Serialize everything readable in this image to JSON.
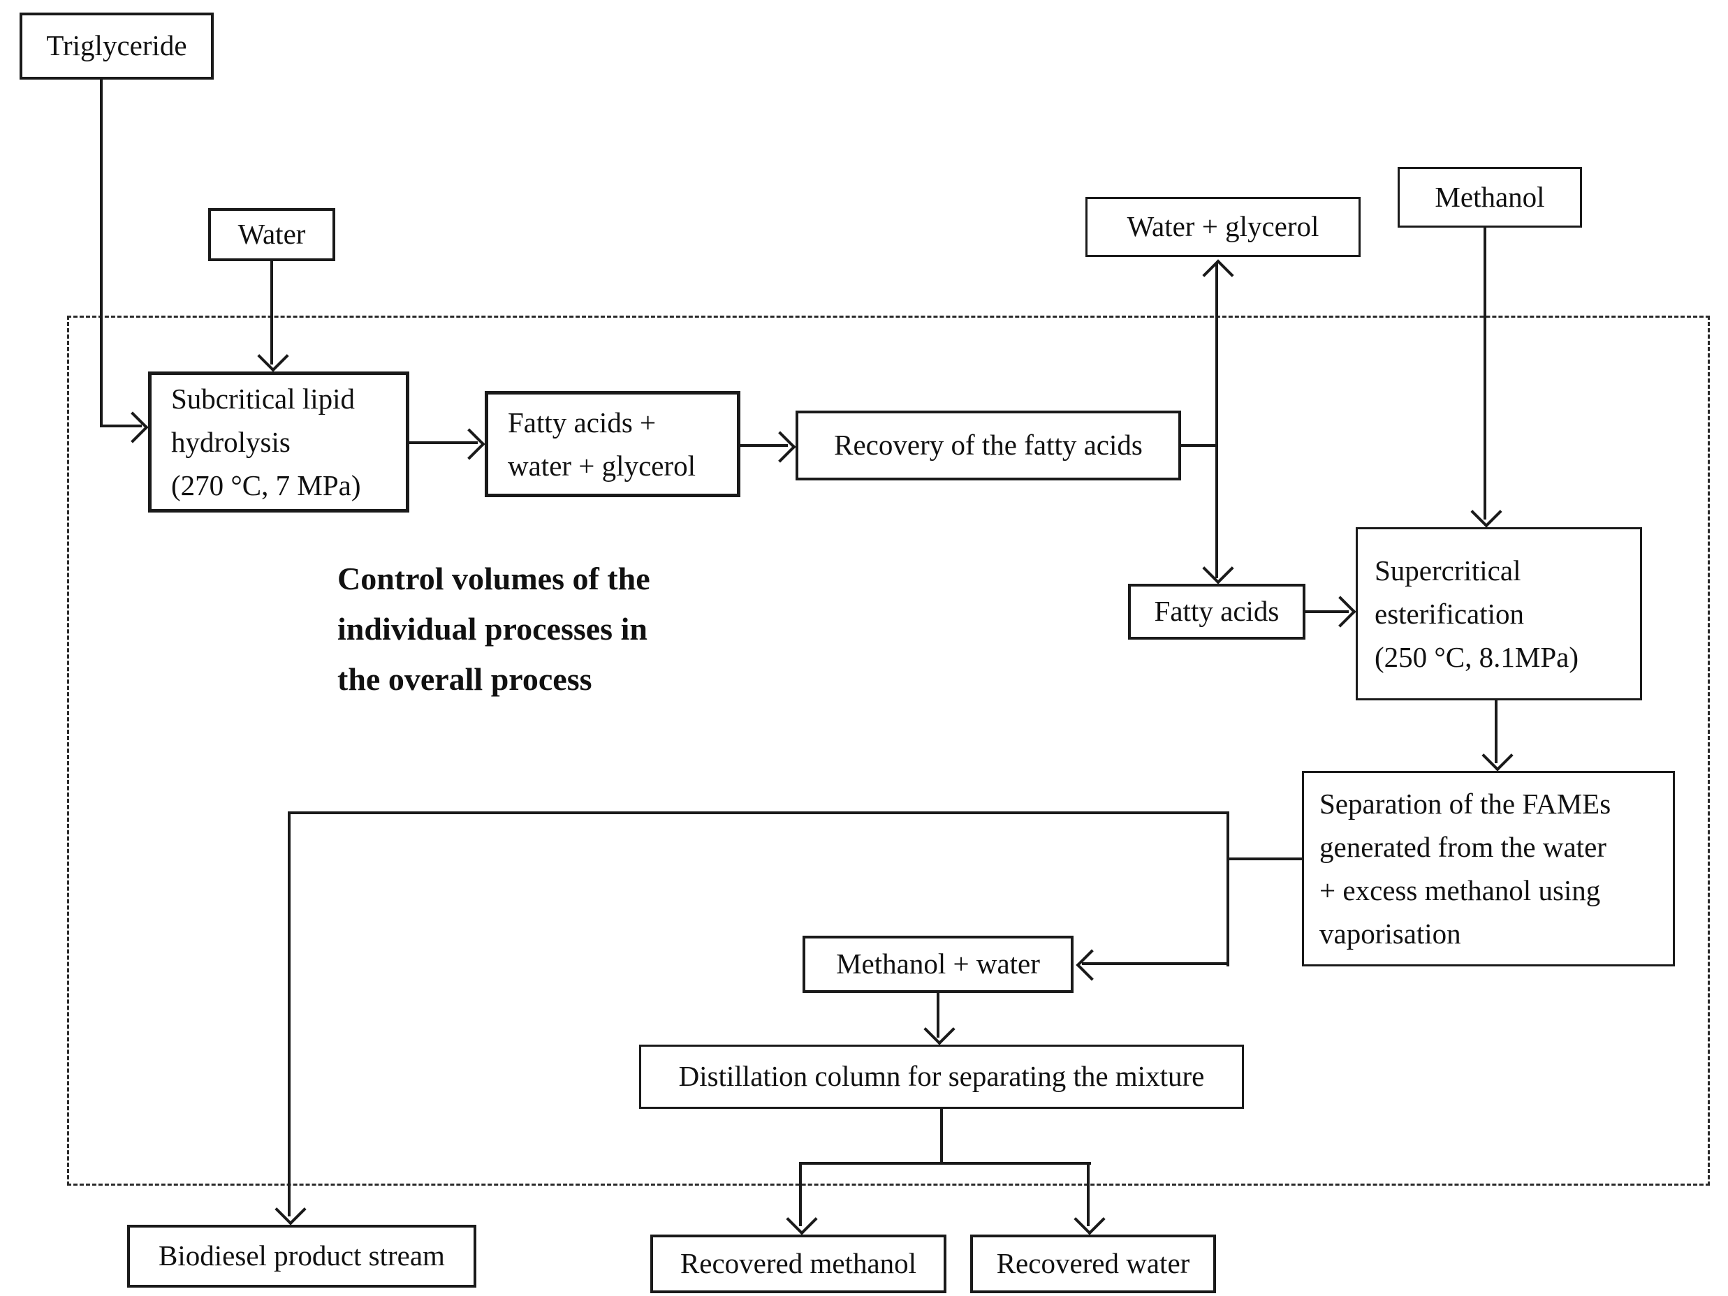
{
  "diagram": {
    "background_color": "#ffffff",
    "line_color": "#1a1a1a",
    "caption": {
      "lines": [
        "Control volumes of the",
        "individual processes in",
        "the overall process"
      ]
    },
    "nodes": {
      "triglyceride": {
        "label": "Triglyceride"
      },
      "water": {
        "label": "Water"
      },
      "subcritical_hydrolysis": {
        "lines": [
          "Subcritical lipid",
          "hydrolysis",
          "(270 °C, 7 MPa)"
        ]
      },
      "fatty_acids_water_glycerol": {
        "lines": [
          "Fatty acids +",
          "water + glycerol"
        ]
      },
      "recovery_fatty_acids": {
        "label": "Recovery of the fatty acids"
      },
      "water_glycerol": {
        "label": "Water + glycerol"
      },
      "methanol": {
        "label": "Methanol"
      },
      "fatty_acids": {
        "label": "Fatty acids"
      },
      "supercritical_esterification": {
        "lines": [
          "Supercritical",
          "esterification",
          "(250 °C, 8.1MPa)"
        ]
      },
      "separation_fames": {
        "lines": [
          "Separation of the FAMEs",
          "generated from the water",
          "+ excess methanol using",
          "vaporisation"
        ]
      },
      "methanol_water": {
        "label": "Methanol + water"
      },
      "distillation_column": {
        "label": "Distillation column for separating the mixture"
      },
      "biodiesel_product": {
        "label": "Biodiesel product stream"
      },
      "recovered_methanol": {
        "label": "Recovered methanol"
      },
      "recovered_water": {
        "label": "Recovered water"
      }
    }
  }
}
